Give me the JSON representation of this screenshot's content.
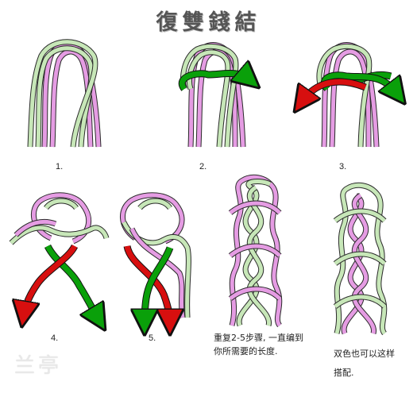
{
  "title": "復雙錢結",
  "steps": [
    {
      "label": "1."
    },
    {
      "label": "2."
    },
    {
      "label": "3."
    },
    {
      "label": "4."
    },
    {
      "label": "5."
    }
  ],
  "captions": {
    "repeat_line1": "重复2-5步骤, 一直编到",
    "repeat_line2": "你所需要的长度.",
    "twocolor_line1": "双色也可以这样",
    "twocolor_line2": "搭配."
  },
  "watermark": "兰亭",
  "colors": {
    "cord_pink": "#e59ce3",
    "cord_green": "#c7e7b8",
    "cord_outline": "#2a2a2a",
    "arrow_green": "#0aa00a",
    "arrow_red": "#d70f0f"
  }
}
